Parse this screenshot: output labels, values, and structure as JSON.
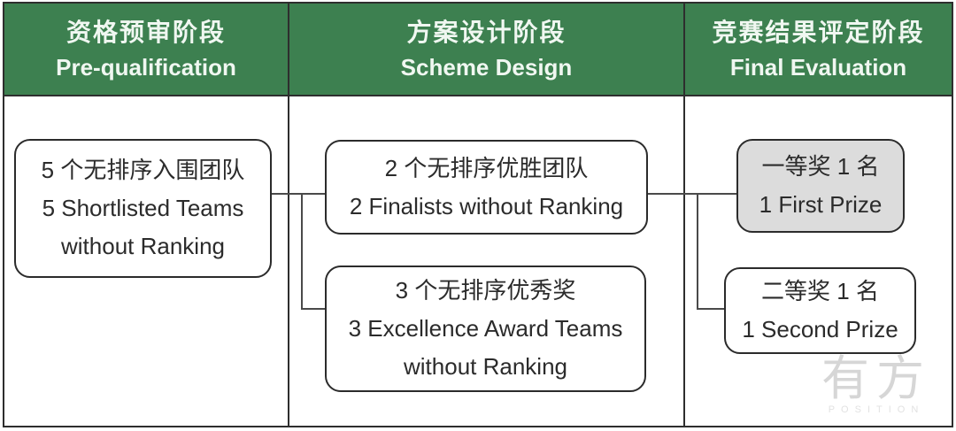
{
  "phases": [
    {
      "zh": "资格预审阶段",
      "en": "Pre-qualification"
    },
    {
      "zh": "方案设计阶段",
      "en": "Scheme Design"
    },
    {
      "zh": "竞赛结果评定阶段",
      "en": "Final Evaluation"
    }
  ],
  "nodes": {
    "shortlist": {
      "line1": "5 个无排序入围团队",
      "line2": "5 Shortlisted Teams",
      "line3": "without Ranking"
    },
    "finalists": {
      "line1": "2 个无排序优胜团队",
      "line2": "2 Finalists without Ranking"
    },
    "excellence": {
      "line1": "3 个无排序优秀奖",
      "line2": "3 Excellence Award Teams",
      "line3": "without Ranking"
    },
    "first_prize": {
      "line1": "一等奖 1 名",
      "line2": "1 First Prize"
    },
    "second_prize": {
      "line1": "二等奖 1 名",
      "line2": "1 Second Prize"
    }
  },
  "watermark": {
    "zh": "有方",
    "en": "POSITION"
  },
  "colors": {
    "header_green": "#3D8050",
    "header_text": "#F0F7F1",
    "box_border": "#2B2B2B",
    "first_prize_fill": "#DCDCDC",
    "connector": "#4A4A4A",
    "watermark": "#D6D6D6"
  }
}
